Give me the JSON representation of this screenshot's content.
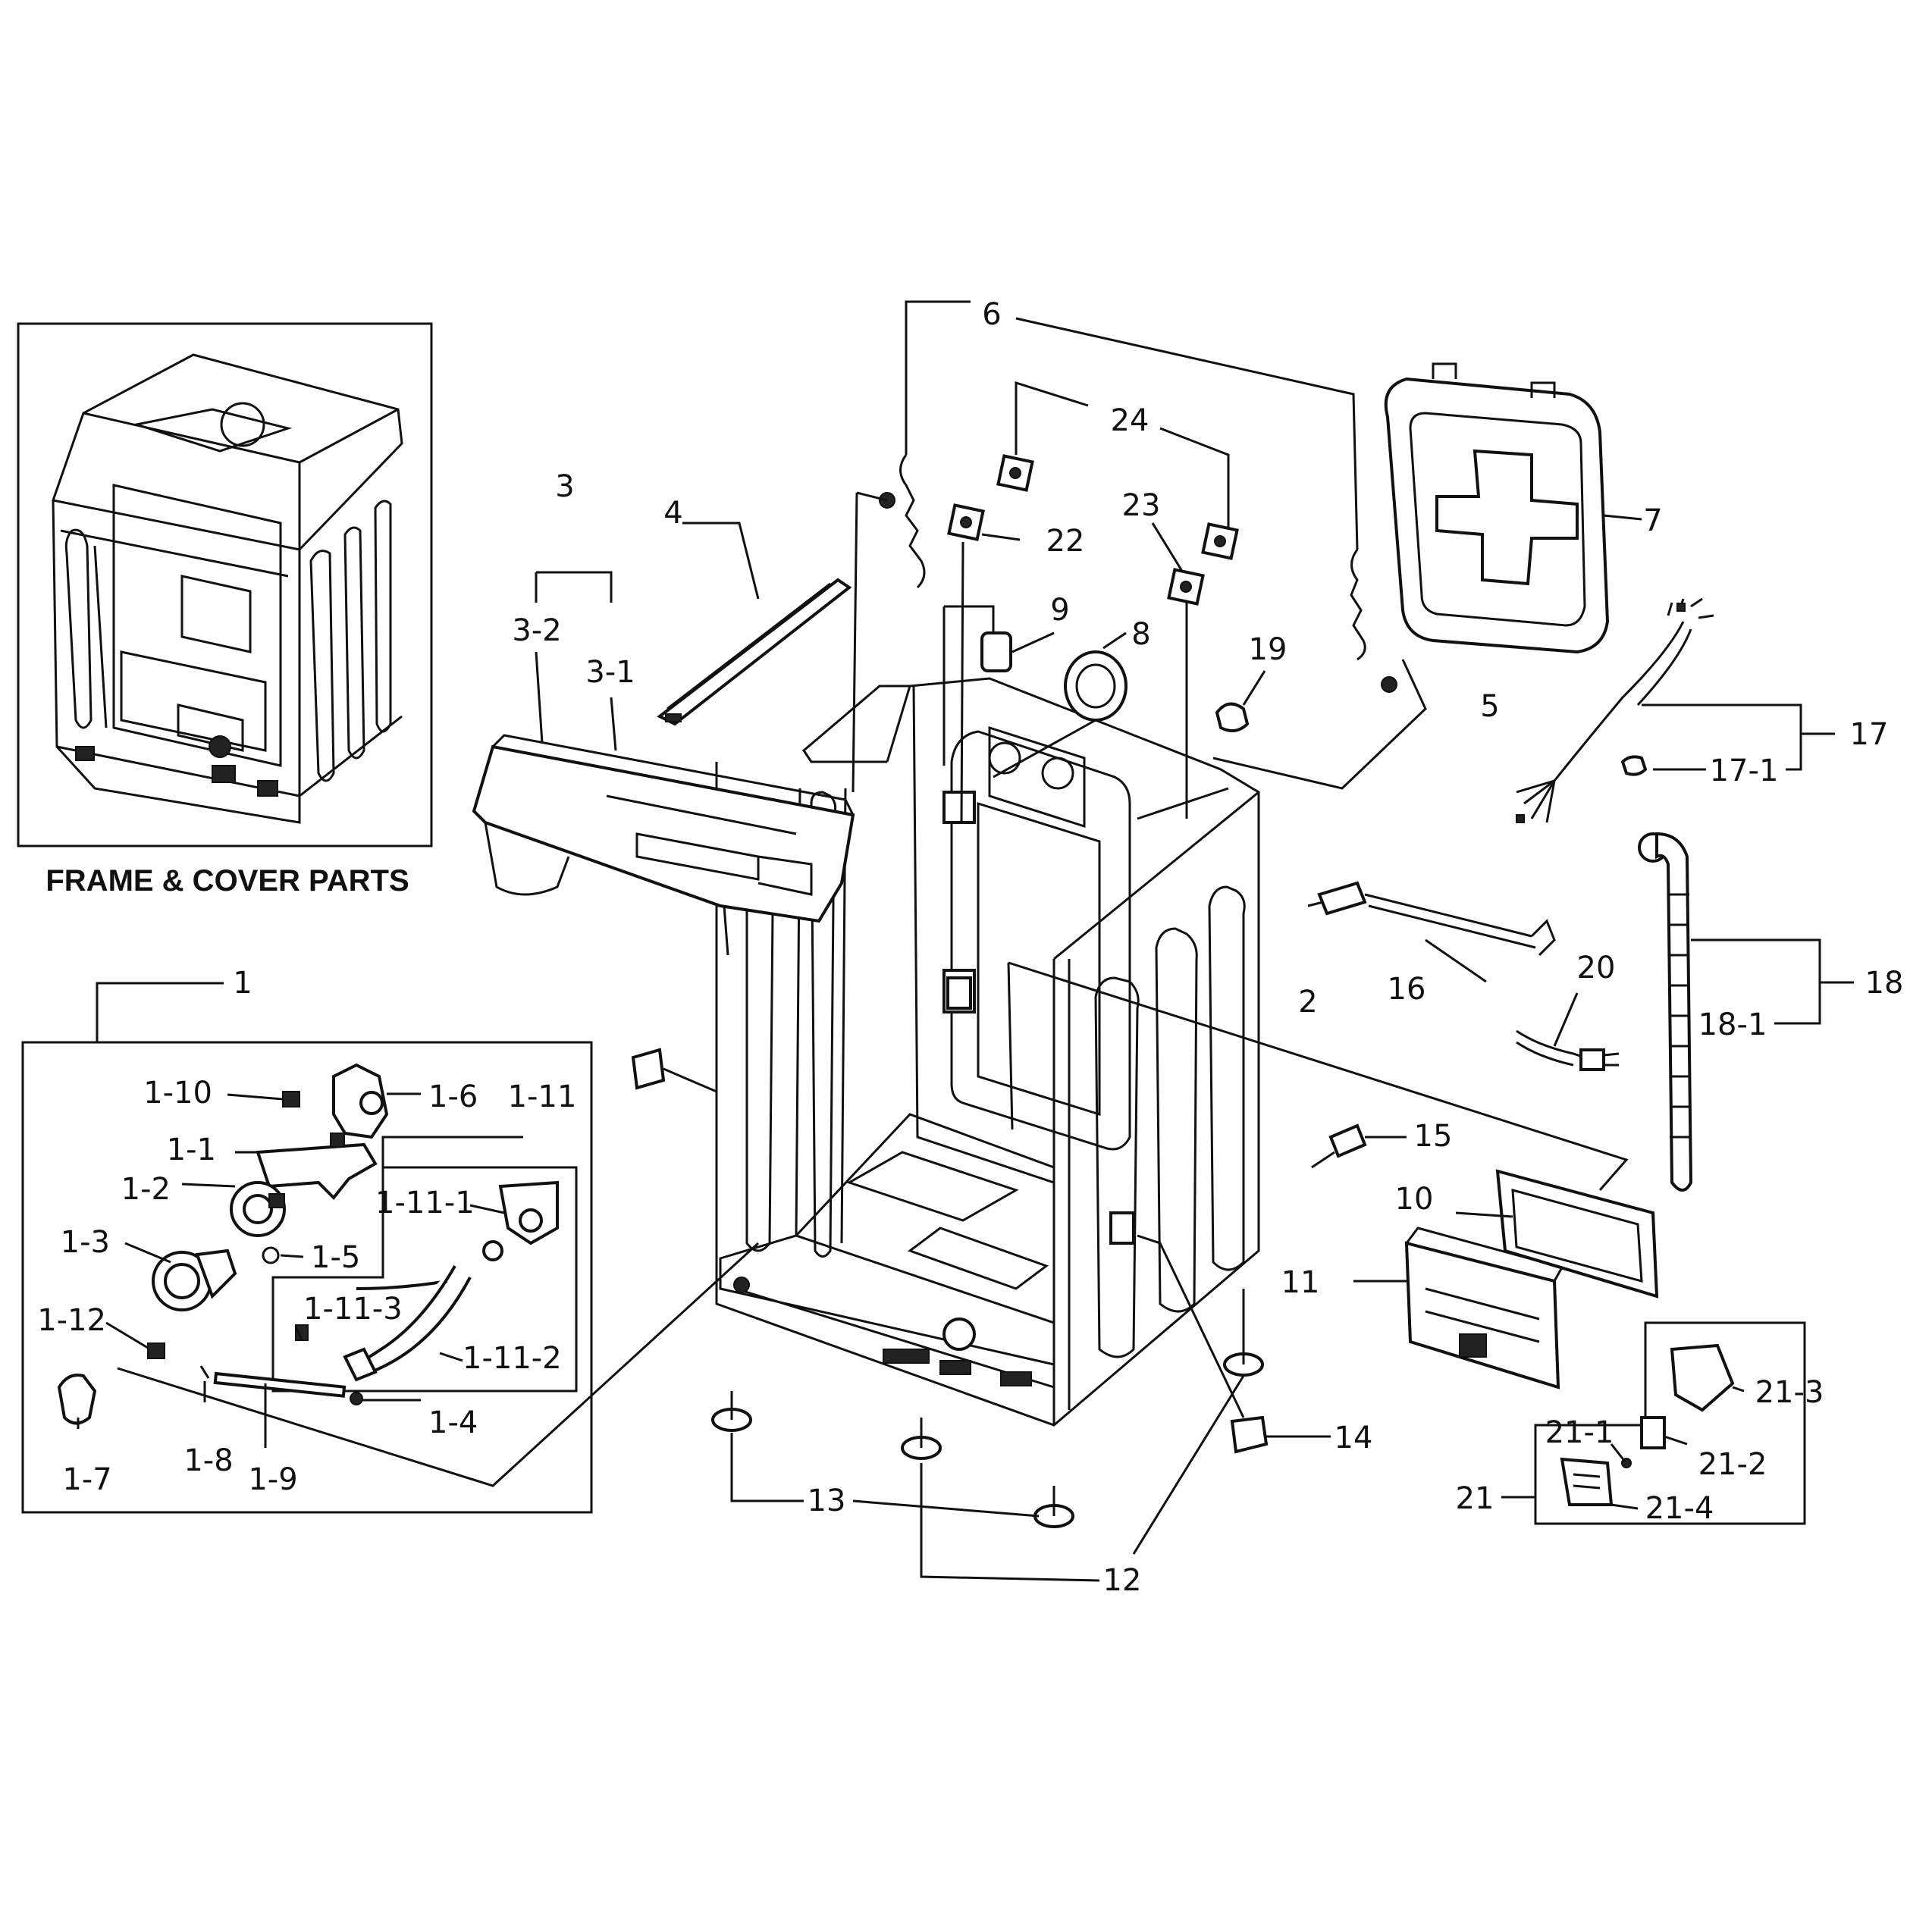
{
  "inset_caption": "FRAME & COVER PARTS",
  "labels": {
    "l1": "1",
    "l1_1": "1-1",
    "l1_2": "1-2",
    "l1_3": "1-3",
    "l1_4": "1-4",
    "l1_5": "1-5",
    "l1_6": "1-6",
    "l1_7": "1-7",
    "l1_8": "1-8",
    "l1_9": "1-9",
    "l1_10": "1-10",
    "l1_11": "1-11",
    "l1_11_1": "1-11-1",
    "l1_11_2": "1-11-2",
    "l1_11_3": "1-11-3",
    "l1_12": "1-12",
    "l2": "2",
    "l3": "3",
    "l3_1": "3-1",
    "l3_2": "3-2",
    "l4": "4",
    "l5": "5",
    "l6": "6",
    "l7": "7",
    "l8": "8",
    "l9": "9",
    "l10": "10",
    "l11": "11",
    "l12": "12",
    "l13": "13",
    "l14": "14",
    "l15": "15",
    "l16": "16",
    "l17": "17",
    "l17_1": "17-1",
    "l18": "18",
    "l18_1": "18-1",
    "l19": "19",
    "l20": "20",
    "l21": "21",
    "l21_1": "21-1",
    "l21_2": "21-2",
    "l21_3": "21-3",
    "l21_4": "21-4",
    "l22": "22",
    "l23": "23",
    "l24": "24"
  }
}
